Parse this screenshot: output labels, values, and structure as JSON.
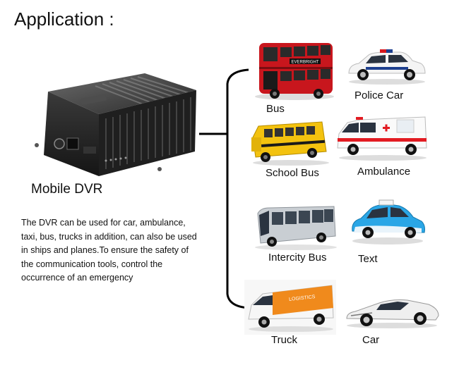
{
  "header": {
    "title": "Application :"
  },
  "product": {
    "label": "Mobile  DVR",
    "description_lines": [
      "The DVR can be used for  car,  ambulance,",
      "taxi, bus, trucks in addition, can also be used",
      "in ships and planes.To ensure the safety of",
      "the communication tools, control the",
      "occurrence of an emergency"
    ]
  },
  "vehicles": [
    {
      "label": "Bus",
      "icon": "double-decker-bus",
      "color": "#c8161d"
    },
    {
      "label": "Police Car",
      "icon": "police-car",
      "color": "#1d3f8f"
    },
    {
      "label": "School Bus",
      "icon": "school-bus",
      "color": "#f3c20f"
    },
    {
      "label": "Ambulance",
      "icon": "ambulance",
      "color": "#e21b22"
    },
    {
      "label": "Intercity Bus",
      "icon": "coach-bus",
      "color": "#b9bec4"
    },
    {
      "label": "Text",
      "icon": "taxi",
      "color": "#2aa6e6"
    },
    {
      "label": "Truck",
      "icon": "delivery-van",
      "color": "#f08a1c"
    },
    {
      "label": "Car",
      "icon": "sports-car",
      "color": "#e8e8e8"
    }
  ],
  "bus_banner": "EVERBRIGHT",
  "van_banner": "LOGISTICS"
}
